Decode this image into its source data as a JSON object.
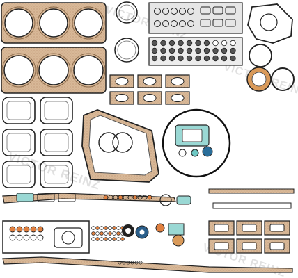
{
  "watermark": {
    "text_top": "VICTOR REINZ",
    "text_middle": "VICTOR REINZ",
    "text_right": "VICTOR REINZ",
    "text_bottom": "VICTOR REINZ"
  },
  "colors": {
    "background": "#ffffff",
    "gasket_fill": "#d8b898",
    "gasket_dark": "#b8906a",
    "outline": "#222222",
    "metal_gray": "#b0b0b0",
    "teal": "#6ec8c4",
    "orange_ring": "#e08040"
  }
}
